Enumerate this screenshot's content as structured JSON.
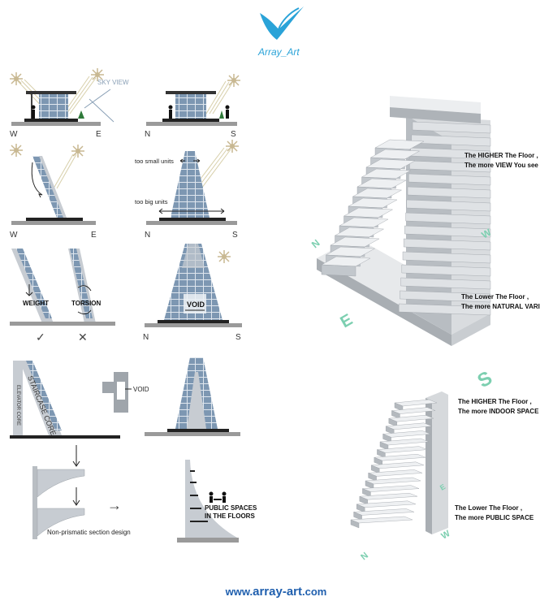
{
  "brand": {
    "logo_text": "Array_Art",
    "website_prefix": "www.",
    "website_main": "array-art",
    "website_suffix": ".com"
  },
  "panels": {
    "sky": {
      "label": "SKY VIEW",
      "dir_left": "W",
      "dir_right": "E"
    },
    "ns_house": {
      "dir_left": "N",
      "dir_right": "S"
    },
    "slant": {
      "dir_left": "W",
      "dir_right": "E"
    },
    "units": {
      "top_label": "too small units",
      "bottom_label": "too big units",
      "dir_left": "N",
      "dir_right": "S"
    },
    "weight": {
      "left_label": "WEIGHT",
      "right_label": "TORSION",
      "good_mark": "✓",
      "bad_mark": "✕"
    },
    "void": {
      "label": "VOID",
      "dir_left": "N",
      "dir_right": "S"
    },
    "core": {
      "elevator_label": "ELEVATOR CORE",
      "stair_label": "STAIRCASE CORE",
      "void_label": "VOID"
    },
    "section": {
      "caption": "Non-prismatic section design",
      "arrow": "→"
    },
    "public": {
      "line1": "PUBLIC SPACES",
      "line2": "IN THE FLOORS"
    }
  },
  "building_top": {
    "note_view_l1": "The HIGHER  The Floor ,",
    "note_view_l2": "The more VIEW You see",
    "note_natural_l1": "The Lower  The Floor ,",
    "note_natural_l2": "The more NATURAL VARI",
    "compass_n": "N",
    "compass_e": "E",
    "compass_w": "W",
    "compass_s": "S"
  },
  "building_bottom": {
    "note_indoor_l1": "The HIGHER  The Floor ,",
    "note_indoor_l2": "The more INDOOR SPACE",
    "note_public_l1": "The Lower  The Floor ,",
    "note_public_l2": "The more PUBLIC SPACE",
    "compass_e": "E",
    "compass_n": "N",
    "compass_w": "W"
  },
  "colors": {
    "brand_blue": "#2aa3d8",
    "url_blue": "#1f5fae",
    "compass_green": "#7ccfb0",
    "ground": "#9a9a9a",
    "slab_dark": "#222222",
    "facade": "#6f8ba8",
    "core_grey": "#bfc3c7"
  }
}
